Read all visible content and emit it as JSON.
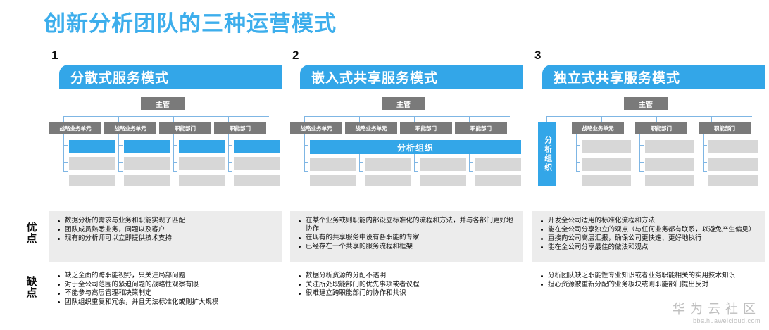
{
  "page": {
    "title": "创新分析团队的三种运营模式",
    "title_color": "#3DAEEC",
    "accent_blue": "#33A6E8",
    "box_gray": "#7A7A7A",
    "cell_gray": "#D7D7D7",
    "panel_gray": "#ECECEC"
  },
  "side_labels": {
    "pros": {
      "char1": "优",
      "char2": "点"
    },
    "cons": {
      "char1": "缺",
      "char2": "点"
    }
  },
  "columns": [
    {
      "number": "1",
      "banner": "分散式服务模式",
      "chart": {
        "boss": "主管",
        "departments": [
          "战略业务单元",
          "战略业务单元",
          "职能部门",
          "职能部门"
        ],
        "analytics_label": null,
        "analytics_layout": "per-column-blue-row"
      },
      "pros": [
        "数据分析的需求与业务和职能实现了匹配",
        "团队成员熟悉业务，问题以及客户",
        "现有的分析师可以立即提供技术支持"
      ],
      "cons": [
        "缺乏全面的跨职能视野，只关注局部问题",
        "对于全公司范围的紧迫问题的战略性观察有限",
        "不能参与高层管理和决策制定",
        "团队组织重复和冗余，并且无法标准化或则扩大规模"
      ]
    },
    {
      "number": "2",
      "banner": "嵌入式共享服务模式",
      "chart": {
        "boss": "主管",
        "departments": [
          "战略业务单元",
          "战略业务单元",
          "职能部门",
          "职能部门"
        ],
        "analytics_label": "分析组织",
        "analytics_layout": "full-width-blue-bar"
      },
      "pros": [
        "在某个业务或则职能内部设立标准化的流程和方法，并与各部门更好地协作",
        "在现有的共享服务中设有各职能的专家",
        "已经存在一个共享的服务流程和框架"
      ],
      "cons": [
        "数据分析资源的分配不透明",
        "关注所处职能部门的优先事项或者议程",
        "很难建立跨职能部门的协作和共识"
      ]
    },
    {
      "number": "3",
      "banner": "独立式共享服务模式",
      "chart": {
        "boss": "主管",
        "departments": [
          "战略业务单元",
          "职能部门",
          "职能部门"
        ],
        "analytics_label": "分析组织",
        "analytics_layout": "left-vertical-blue-bar"
      },
      "pros": [
        "开发全公司适用的标准化流程和方法",
        "能在全公司分享独立的观点（与任何业务都有联系，以避免产生偏见）",
        "直接向公司高层汇报，确保公司更快速、更好地执行",
        "能在全公司分享最佳的做法和观点"
      ],
      "cons": [
        "分析团队缺乏职能性专业知识或者业务职能相关的实用技术知识",
        "担心资源被重新分配的业务板块或则职能部门提出反对"
      ]
    }
  ],
  "watermark": {
    "main": "华为云社区",
    "sub": "bbs.huaweicloud.com"
  }
}
